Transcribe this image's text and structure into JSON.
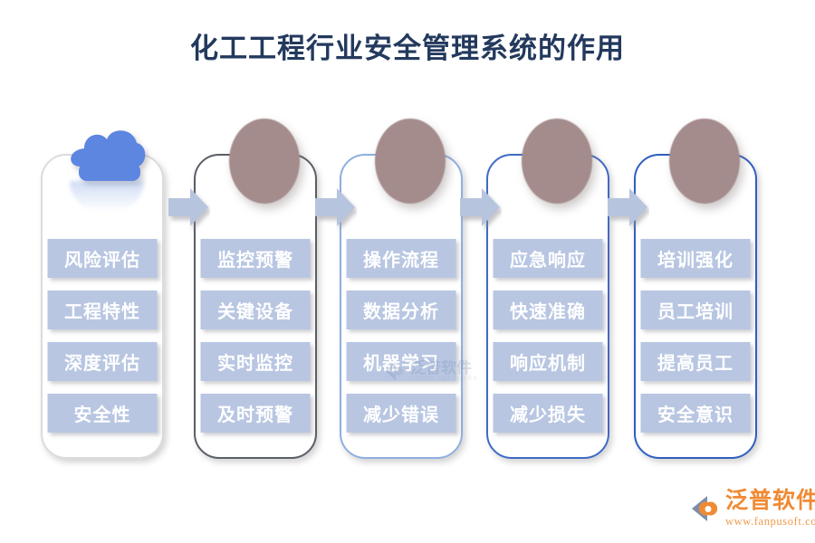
{
  "page": {
    "title": "化工工程行业安全管理系统的作用",
    "background_color": "#ffffff",
    "title_color": "#23395d"
  },
  "colors": {
    "chip_fill": "#b8c6e2",
    "chip_text": "#ffffff",
    "ellipse_fill": "#a58c8c",
    "cloud_fill": "#5b86e0",
    "arrow_fill": "#b6c4de",
    "logo_orange": "#f08a33"
  },
  "columns": [
    {
      "id": "column-1",
      "top_icon": "cloud-icon",
      "border_color": "#dcdcdc",
      "chips": [
        "风险评估",
        "工程特性",
        "深度评估",
        "安全性"
      ]
    },
    {
      "id": "column-2",
      "top_icon": "ellipse-icon",
      "border_color": "#5a5e66",
      "chips": [
        "监控预警",
        "关键设备",
        "实时监控",
        "及时预警"
      ]
    },
    {
      "id": "column-3",
      "top_icon": "ellipse-icon",
      "border_color": "#8fb0e0",
      "chips": [
        "操作流程",
        "数据分析",
        "机器学习",
        "减少错误"
      ]
    },
    {
      "id": "column-4",
      "top_icon": "ellipse-icon",
      "border_color": "#3f6bc4",
      "chips": [
        "应急响应",
        "快速准确",
        "响应机制",
        "减少损失"
      ]
    },
    {
      "id": "column-5",
      "top_icon": "ellipse-icon",
      "border_color": "#2f5fc0",
      "chips": [
        "培训强化",
        "员工培训",
        "提高员工",
        "安全意识"
      ]
    }
  ],
  "arrows": [
    {
      "id": "arrow-1",
      "icon": "right-arrow-icon"
    },
    {
      "id": "arrow-2",
      "icon": "right-arrow-icon"
    },
    {
      "id": "arrow-3",
      "icon": "right-arrow-icon"
    },
    {
      "id": "arrow-4",
      "icon": "right-arrow-icon"
    }
  ],
  "watermark": {
    "text": "泛普软件",
    "subtext": "FANPU SOFTWARE"
  },
  "logo": {
    "name": "泛普软件",
    "url": "www.fanpusoft.com"
  }
}
